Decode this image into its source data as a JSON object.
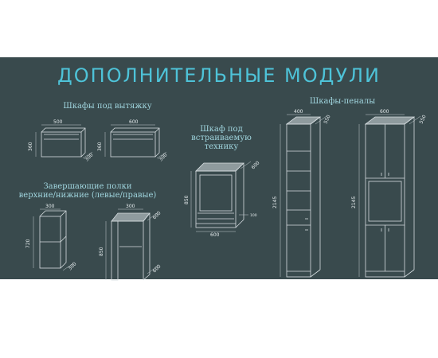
{
  "title": "ДОПОЛНИТЕЛЬНЫЕ МОДУЛИ",
  "sections": {
    "hood": "Шкафы под вытяжку",
    "shelves_line1": "Завершающие полки",
    "shelves_line2": "верхние/нижние (левые/правые)",
    "appliance_line1": "Шкаф под",
    "appliance_line2": "встраиваемую",
    "appliance_line3": "технику",
    "pencil": "Шкафы-пеналы"
  },
  "dims": {
    "hood1_w": "500",
    "hood1_h": "360",
    "hood1_d": "300",
    "hood2_w": "600",
    "hood2_h": "360",
    "hood2_d": "300",
    "shelf1_w": "300",
    "shelf1_h": "720",
    "shelf1_d": "300",
    "shelf2_w": "300",
    "shelf2_h": "850",
    "shelf2_d1": "600",
    "shelf2_d2": "600",
    "app_w": "600",
    "app_h": "850",
    "app_d": "600",
    "app_plinth": "100",
    "pen1_w": "400",
    "pen1_h": "2145",
    "pen1_d": "550",
    "pen2_w": "600",
    "pen2_h": "2145",
    "pen2_d": "550"
  }
}
